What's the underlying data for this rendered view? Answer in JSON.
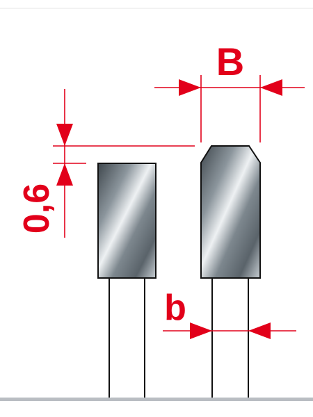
{
  "labels": {
    "width_top": "B",
    "height_offset": "0,6",
    "width_bottom": "b"
  },
  "colors": {
    "dimension": "#e2001a",
    "outline": "#111111",
    "steel_dark": "#4a5258",
    "steel_light": "#e9edf0",
    "baseline": "#b9bdc2"
  }
}
